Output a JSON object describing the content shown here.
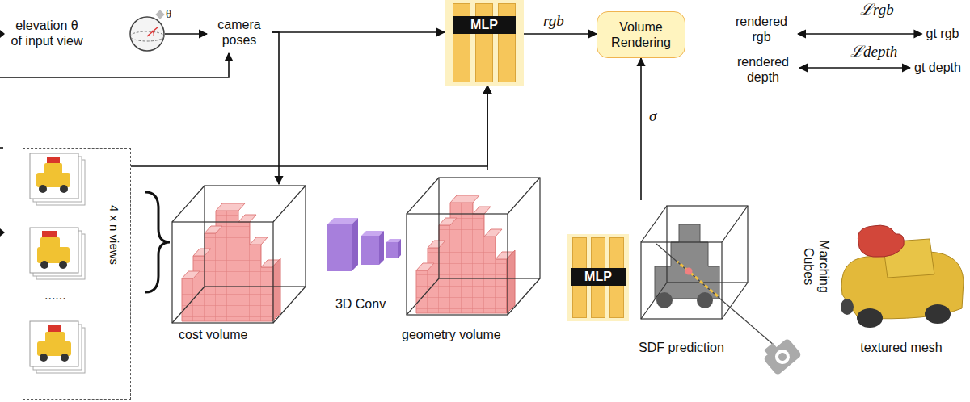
{
  "diagram": {
    "nodes": [
      {
        "text": [
          "elevation θ of input view"
        ]
      },
      {
        "text": [
          "camera poses"
        ]
      },
      {
        "text": [
          "MLP"
        ]
      },
      {
        "text": [
          "Volume Rendering"
        ]
      },
      {
        "text": [
          "rendered rgb"
        ]
      },
      {
        "text": [
          "gt rgb"
        ]
      },
      {
        "text": [
          "rendered depth"
        ]
      },
      {
        "text": [
          "gt depth"
        ]
      },
      {
        "text": [
          "4 x n views"
        ]
      },
      {
        "text": [
          "cost volume"
        ]
      },
      {
        "text": [
          "3D Conv"
        ]
      },
      {
        "text": [
          "geometry volume"
        ]
      },
      {
        "text": [
          "MLP"
        ]
      },
      {
        "text": [
          "SDF prediction"
        ]
      },
      {
        "text": [
          "textured mesh"
        ]
      }
    ],
    "edges": [
      {
        "from": 0,
        "to": 1,
        "arrow": "to"
      },
      {
        "from": 1,
        "to": 2,
        "arrow": "to"
      },
      {
        "from": 2,
        "to": 3,
        "label": "rgb",
        "arrow": "to"
      },
      {
        "from": 4,
        "to": 5,
        "label": "ℒrgb",
        "arrow": "both"
      },
      {
        "from": 6,
        "to": 7,
        "label": "ℒdepth",
        "arrow": "both"
      },
      {
        "from": 1,
        "to": 9,
        "arrow": "to"
      },
      {
        "from": 8,
        "to": 2,
        "arrow": "to"
      },
      {
        "from": 11,
        "to": 2,
        "arrow": "to"
      },
      {
        "from": 13,
        "to": 3,
        "label": "σ",
        "arrow": "to"
      }
    ],
    "labels": [
      "θ",
      "......",
      "Marching Cubes"
    ]
  }
}
